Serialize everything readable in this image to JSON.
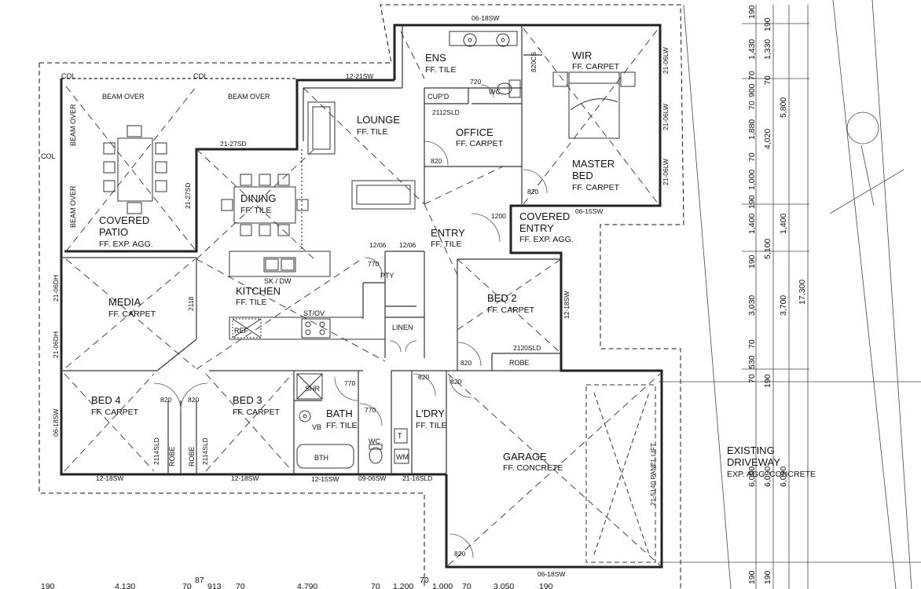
{
  "rooms": {
    "lounge": {
      "name": "LOUNGE",
      "finish": "FF. TILE"
    },
    "ens": {
      "name": "ENS",
      "finish": "FF. TILE"
    },
    "wir": {
      "name": "WIR",
      "finish": "FF. CARPET"
    },
    "office": {
      "name": "OFFICE",
      "finish": "FF. CARPET"
    },
    "master": {
      "name1": "MASTER",
      "name2": "BED",
      "finish": "FF. CARPET"
    },
    "covered_entry": {
      "name1": "COVERED",
      "name2": "ENTRY",
      "finish": "FF. EXP. AGG."
    },
    "entry": {
      "name": "ENTRY",
      "finish": "FF. TILE"
    },
    "dining": {
      "name": "DINING",
      "finish": "FF. TILE"
    },
    "covered_patio": {
      "name1": "COVERED",
      "name2": "PATIO",
      "finish": "FF. EXP. AGG."
    },
    "kitchen": {
      "name": "KITCHEN",
      "finish": "FF. TILE"
    },
    "media": {
      "name": "MEDIA",
      "finish": "FF. CARPET"
    },
    "bed2": {
      "name": "BED 2",
      "finish": "FF. CARPET"
    },
    "bed3": {
      "name": "BED 3",
      "finish": "FF. CARPET"
    },
    "bed4": {
      "name": "BED 4",
      "finish": "FF. CARPET"
    },
    "bath": {
      "name": "BATH",
      "finish": "FF. TILE"
    },
    "ldry": {
      "name": "L'DRY",
      "finish": "FF. TILE"
    },
    "garage": {
      "name": "GARAGE",
      "finish": "FF. CONCRETE"
    },
    "driveway": {
      "name1": "EXISTING",
      "name2": "DRIVEWAY",
      "finish": "EXP. AGG. CONCRETE"
    }
  },
  "labels": {
    "cupd": "CUP'D",
    "pty": "PTY",
    "linen": "LINEN",
    "robe": "ROBE",
    "robe_v": "ROBE",
    "shr": "SHR",
    "bth": "BTH",
    "wc": "WC",
    "vb": "VB",
    "t": "T",
    "wm": "WM",
    "ref": "REF",
    "stov": "ST/OV",
    "skdw": "SK / DW",
    "col": "COL",
    "beam_over": "BEAM OVER",
    "window_ens": "06-18SW",
    "window_lounge": "12-21SW",
    "window_master_side1": "21-06LW",
    "window_master_side2": "21-06LW",
    "window_master_side3": "21-06LW",
    "window_master_bottom": "06-15SW",
    "door_820cs": "820CS",
    "door_720": "720",
    "door_2112sld": "2112SLD",
    "door_820": "820",
    "door_1200": "1200",
    "door_1206a": "12/06",
    "door_1206b": "12/06",
    "door_770": "770",
    "window_2127sd": "21-27SD",
    "window_2127sd_v": "21-27SD",
    "dim_2118": "2118",
    "window_2106dh1": "21-06DH",
    "window_2106dh2": "21-06DH",
    "window_0618sw_left": "06-18SW",
    "window_1218sw_bed2": "12-18SW",
    "door_2120sld": "2120SLD",
    "window_1218sw_bed4": "12-18SW",
    "window_1218sw_bed3": "12-18SW",
    "window_1215sw": "12-15SW",
    "window_0906sw": "09-06SW",
    "window_2116sld": "21-16SLD",
    "door_2114sld_a": "2114SLD",
    "door_2114sld_b": "2114SLD",
    "panel_lift": "21-5140 PANEL LIFT",
    "window_0618sw_garage": "06-18SW"
  },
  "dims_bottom": [
    "190",
    "4,130",
    "70",
    "913",
    "70",
    "87",
    "4,790",
    "70",
    "1,200",
    "70",
    "1,000",
    "70",
    "3,050",
    "190"
  ],
  "dims_right_a": [
    "190",
    "1,430",
    "70",
    "900",
    "70",
    "1,880",
    "4,020",
    "70",
    "1,000",
    "190",
    "1,400",
    "190",
    "5,100",
    "3,030",
    "70",
    "530",
    "70",
    "190",
    "6,090",
    "190"
  ],
  "dims_right_b": [
    "190",
    "1,330",
    "70",
    "5,800",
    "1,400",
    "3,700",
    "17,300",
    "6,090",
    "190"
  ],
  "dims_right_c": [
    "6,090"
  ]
}
